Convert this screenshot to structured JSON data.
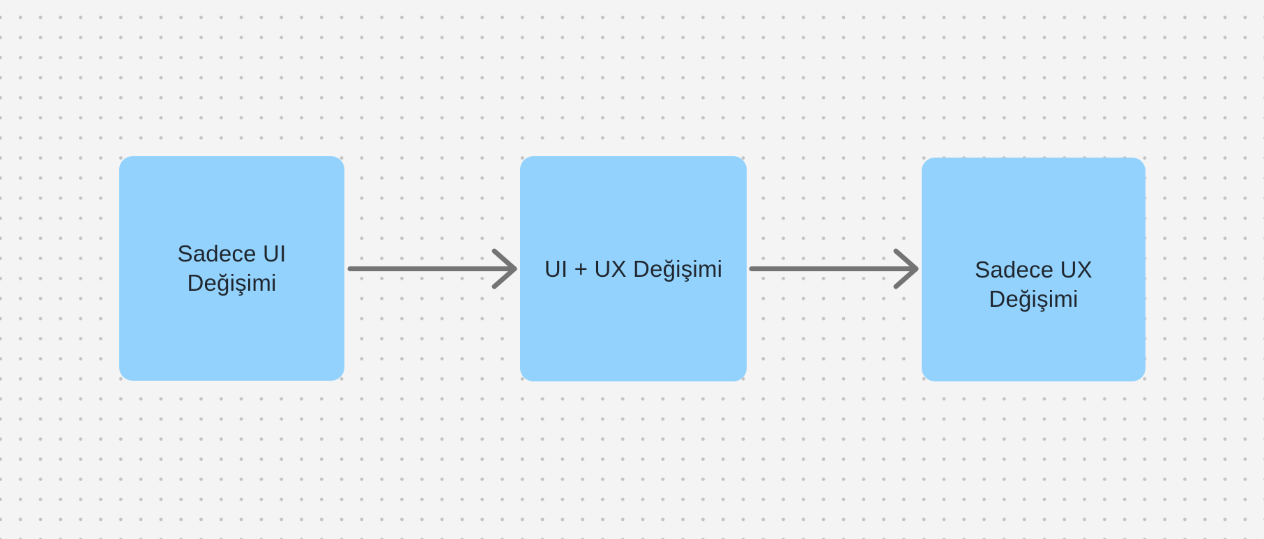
{
  "app": {
    "type": "diagram-whiteboard",
    "grid_style": "dotted"
  },
  "colors": {
    "canvas_bg": "#f4f4f4",
    "grid_dot": "#c3c3c3",
    "node_fill": "#93d2fc",
    "node_text": "#1f262e",
    "arrow": "#747474"
  },
  "diagram": {
    "nodes": [
      {
        "id": "node-1",
        "label": "Sadece UI\nDeğişimi",
        "shape": "rounded-rectangle"
      },
      {
        "id": "node-2",
        "label": "UI + UX Değişimi",
        "shape": "rounded-rectangle"
      },
      {
        "id": "node-3",
        "label": "Sadece UX\nDeğişimi",
        "shape": "rounded-rectangle"
      }
    ],
    "connectors": [
      {
        "id": "connector-1",
        "from": "node-1",
        "to": "node-2",
        "direction": "right",
        "style": "straight-arrow"
      },
      {
        "id": "connector-2",
        "from": "node-2",
        "to": "node-3",
        "direction": "right",
        "style": "straight-arrow"
      }
    ]
  }
}
